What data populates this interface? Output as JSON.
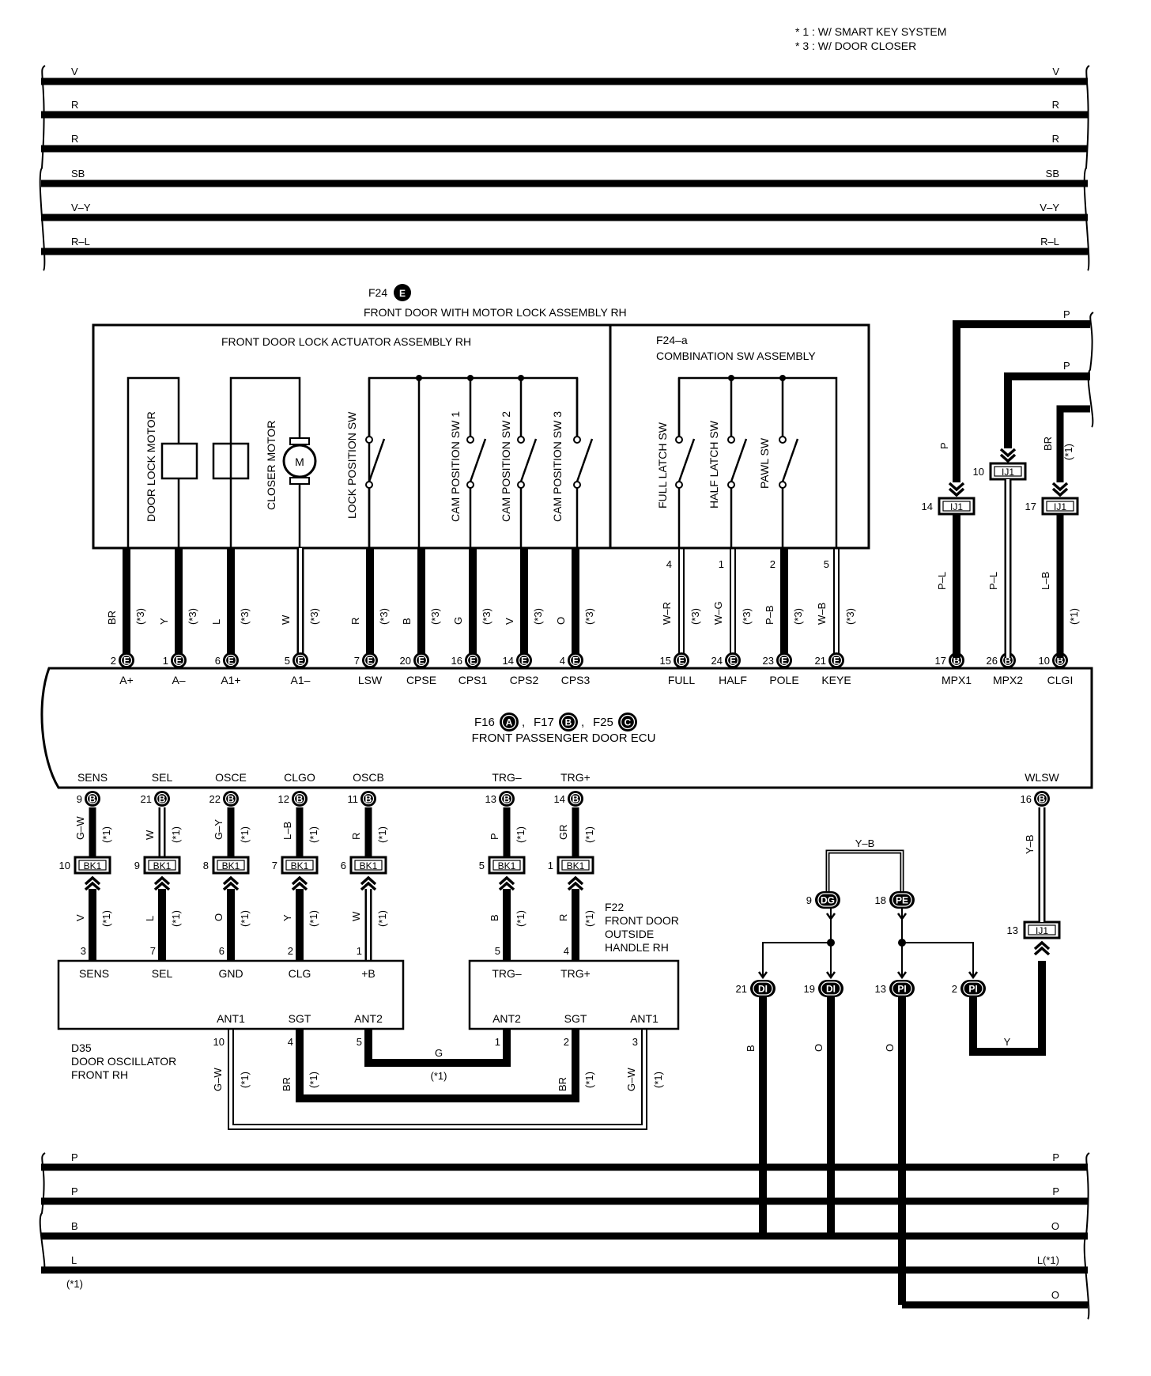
{
  "notes": [
    "* 1 : W/ SMART KEY SYSTEM",
    "* 3 : W/ DOOR CLOSER"
  ],
  "top_bus": {
    "left": [
      "V",
      "R",
      "R",
      "SB",
      "V–Y",
      "R–L"
    ],
    "right": [
      "V",
      "R",
      "R",
      "SB",
      "V–Y",
      "R–L"
    ]
  },
  "bottom_bus": {
    "left": [
      "P",
      "P",
      "B",
      "L"
    ],
    "right": [
      "P",
      "P",
      "O",
      "L(*1)",
      "O"
    ],
    "note": "(*1)"
  },
  "motor_lock": {
    "code": "F24",
    "pin_letter": "E",
    "title": "FRONT DOOR WITH MOTOR LOCK ASSEMBLY RH",
    "actuator_title": "FRONT DOOR LOCK ACTUATOR ASSEMBLY RH",
    "combo_code": "F24–a",
    "combo_title": "COMBINATION SW ASSEMBLY",
    "components": [
      "DOOR LOCK MOTOR",
      "CLOSER MOTOR",
      "LOCK POSITION SW",
      "CAM POSITION SW 1",
      "CAM POSITION SW 2",
      "CAM POSITION SW 3",
      "FULL LATCH SW",
      "HALF LATCH SW",
      "PAWL SW"
    ],
    "motor_symbol": "M",
    "combo_pins": [
      "4",
      "1",
      "2",
      "5"
    ]
  },
  "ecu": {
    "codes": [
      {
        "code": "F16",
        "letter": "A",
        "sep": ","
      },
      {
        "code": "F17",
        "letter": "B",
        "sep": ","
      },
      {
        "code": "F25",
        "letter": "C",
        "sep": ""
      }
    ],
    "title": "FRONT PASSENGER DOOR ECU",
    "top_terminals": [
      {
        "pin": "2",
        "conn": "E",
        "label": "A+",
        "wire": "BR",
        "note": "(*3)"
      },
      {
        "pin": "1",
        "conn": "E",
        "label": "A–",
        "wire": "Y",
        "note": "(*3)"
      },
      {
        "pin": "6",
        "conn": "E",
        "label": "A1+",
        "wire": "L",
        "note": "(*3)"
      },
      {
        "pin": "5",
        "conn": "E",
        "label": "A1–",
        "wire": "W",
        "note": "(*3)"
      },
      {
        "pin": "7",
        "conn": "E",
        "label": "LSW",
        "wire": "R",
        "note": "(*3)"
      },
      {
        "pin": "20",
        "conn": "E",
        "label": "CPSE",
        "wire": "B",
        "note": "(*3)"
      },
      {
        "pin": "16",
        "conn": "E",
        "label": "CPS1",
        "wire": "G",
        "note": "(*3)"
      },
      {
        "pin": "14",
        "conn": "E",
        "label": "CPS2",
        "wire": "V",
        "note": "(*3)"
      },
      {
        "pin": "4",
        "conn": "E",
        "label": "CPS3",
        "wire": "O",
        "note": "(*3)"
      },
      {
        "pin": "15",
        "conn": "E",
        "label": "FULL",
        "wire": "W–R",
        "note": "(*3)"
      },
      {
        "pin": "24",
        "conn": "E",
        "label": "HALF",
        "wire": "W–G",
        "note": "(*3)"
      },
      {
        "pin": "23",
        "conn": "E",
        "label": "POLE",
        "wire": "P–B",
        "note": "(*3)"
      },
      {
        "pin": "21",
        "conn": "E",
        "label": "KEYE",
        "wire": "W–B",
        "note": "(*3)"
      },
      {
        "pin": "17",
        "conn": "B",
        "label": "MPX1",
        "wire": "P–L",
        "note": ""
      },
      {
        "pin": "26",
        "conn": "B",
        "label": "MPX2",
        "wire": "P–L",
        "note": ""
      },
      {
        "pin": "10",
        "conn": "B",
        "label": "CLGI",
        "wire": "L–B",
        "note": "(*1)"
      }
    ],
    "bottom_terminals": [
      {
        "pin": "9",
        "conn": "B",
        "label": "SENS",
        "wire": "G–W",
        "note": "(*1)"
      },
      {
        "pin": "21",
        "conn": "B",
        "label": "SEL",
        "wire": "W",
        "note": "(*1)"
      },
      {
        "pin": "22",
        "conn": "B",
        "label": "OSCE",
        "wire": "G–Y",
        "note": "(*1)"
      },
      {
        "pin": "12",
        "conn": "B",
        "label": "CLGO",
        "wire": "L–B",
        "note": "(*1)"
      },
      {
        "pin": "11",
        "conn": "B",
        "label": "OSCB",
        "wire": "R",
        "note": "(*1)"
      },
      {
        "pin": "13",
        "conn": "B",
        "label": "TRG–",
        "wire": "P",
        "note": "(*1)"
      },
      {
        "pin": "14",
        "conn": "B",
        "label": "TRG+",
        "wire": "GR",
        "note": "(*1)"
      },
      {
        "pin": "16",
        "conn": "B",
        "label": "WLSW",
        "wire": "Y–B",
        "note": ""
      }
    ]
  },
  "ij1_top": [
    {
      "pin": "14",
      "label": "IJ1",
      "wire": "P",
      "note": ""
    },
    {
      "pin": "10",
      "label": "IJ1",
      "wire": "P",
      "note": ""
    },
    {
      "pin": "17",
      "label": "IJ1",
      "wire": "BR",
      "note": "(*1)"
    }
  ],
  "right_lines": [
    "P",
    "P"
  ],
  "bk1": [
    {
      "pin": "10",
      "label": "BK1",
      "wire": "V",
      "note": "(*1)"
    },
    {
      "pin": "9",
      "label": "BK1",
      "wire": "L",
      "note": "(*1)"
    },
    {
      "pin": "8",
      "label": "BK1",
      "wire": "O",
      "note": "(*1)"
    },
    {
      "pin": "7",
      "label": "BK1",
      "wire": "Y",
      "note": "(*1)"
    },
    {
      "pin": "6",
      "label": "BK1",
      "wire": "W",
      "note": "(*1)"
    },
    {
      "pin": "5",
      "label": "BK1",
      "wire": "B",
      "note": "(*1)"
    },
    {
      "pin": "1",
      "label": "BK1",
      "wire": "R",
      "note": "(*1)"
    }
  ],
  "oscillator": {
    "code": "D35",
    "title": [
      "DOOR OSCILLATOR",
      "FRONT RH"
    ],
    "top_terms": [
      {
        "pin": "3",
        "label": "SENS"
      },
      {
        "pin": "7",
        "label": "SEL"
      },
      {
        "pin": "6",
        "label": "GND"
      },
      {
        "pin": "2",
        "label": "CLG"
      },
      {
        "pin": "1",
        "label": "+B"
      }
    ],
    "bottom_terms": [
      {
        "pin": "10",
        "label": "ANT1",
        "wire": "G–W",
        "note": "(*1)"
      },
      {
        "pin": "4",
        "label": "SGT",
        "wire": "BR",
        "note": "(*1)"
      },
      {
        "pin": "5",
        "label": "ANT2",
        "wire": "",
        "note": ""
      }
    ]
  },
  "handle": {
    "code": "F22",
    "title": [
      "FRONT DOOR",
      "OUTSIDE",
      "HANDLE RH"
    ],
    "top_terms": [
      {
        "pin": "5",
        "label": "TRG–"
      },
      {
        "pin": "4",
        "label": "TRG+"
      }
    ],
    "bottom_terms": [
      {
        "pin": "1",
        "label": "ANT2",
        "wire": "",
        "note": ""
      },
      {
        "pin": "2",
        "label": "SGT",
        "wire": "BR",
        "note": "(*1)"
      },
      {
        "pin": "3",
        "label": "ANT1",
        "wire": "G–W",
        "note": "(*1)"
      }
    ],
    "g_wire": "G",
    "g_note": "(*1)"
  },
  "splice": {
    "yb_wire": "Y–B",
    "dg": {
      "pin": "9",
      "label": "DG"
    },
    "pe": {
      "pin": "18",
      "label": "PE"
    },
    "di1": {
      "pin": "21",
      "label": "DI",
      "wire": "B"
    },
    "di2": {
      "pin": "19",
      "label": "DI",
      "wire": "O"
    },
    "pi1": {
      "pin": "13",
      "label": "PI",
      "wire": "O"
    },
    "pi2": {
      "pin": "2",
      "label": "PI"
    },
    "y_wire": "Y",
    "wlsw_wire": "Y–B",
    "ij1": {
      "pin": "13",
      "label": "IJ1"
    }
  }
}
